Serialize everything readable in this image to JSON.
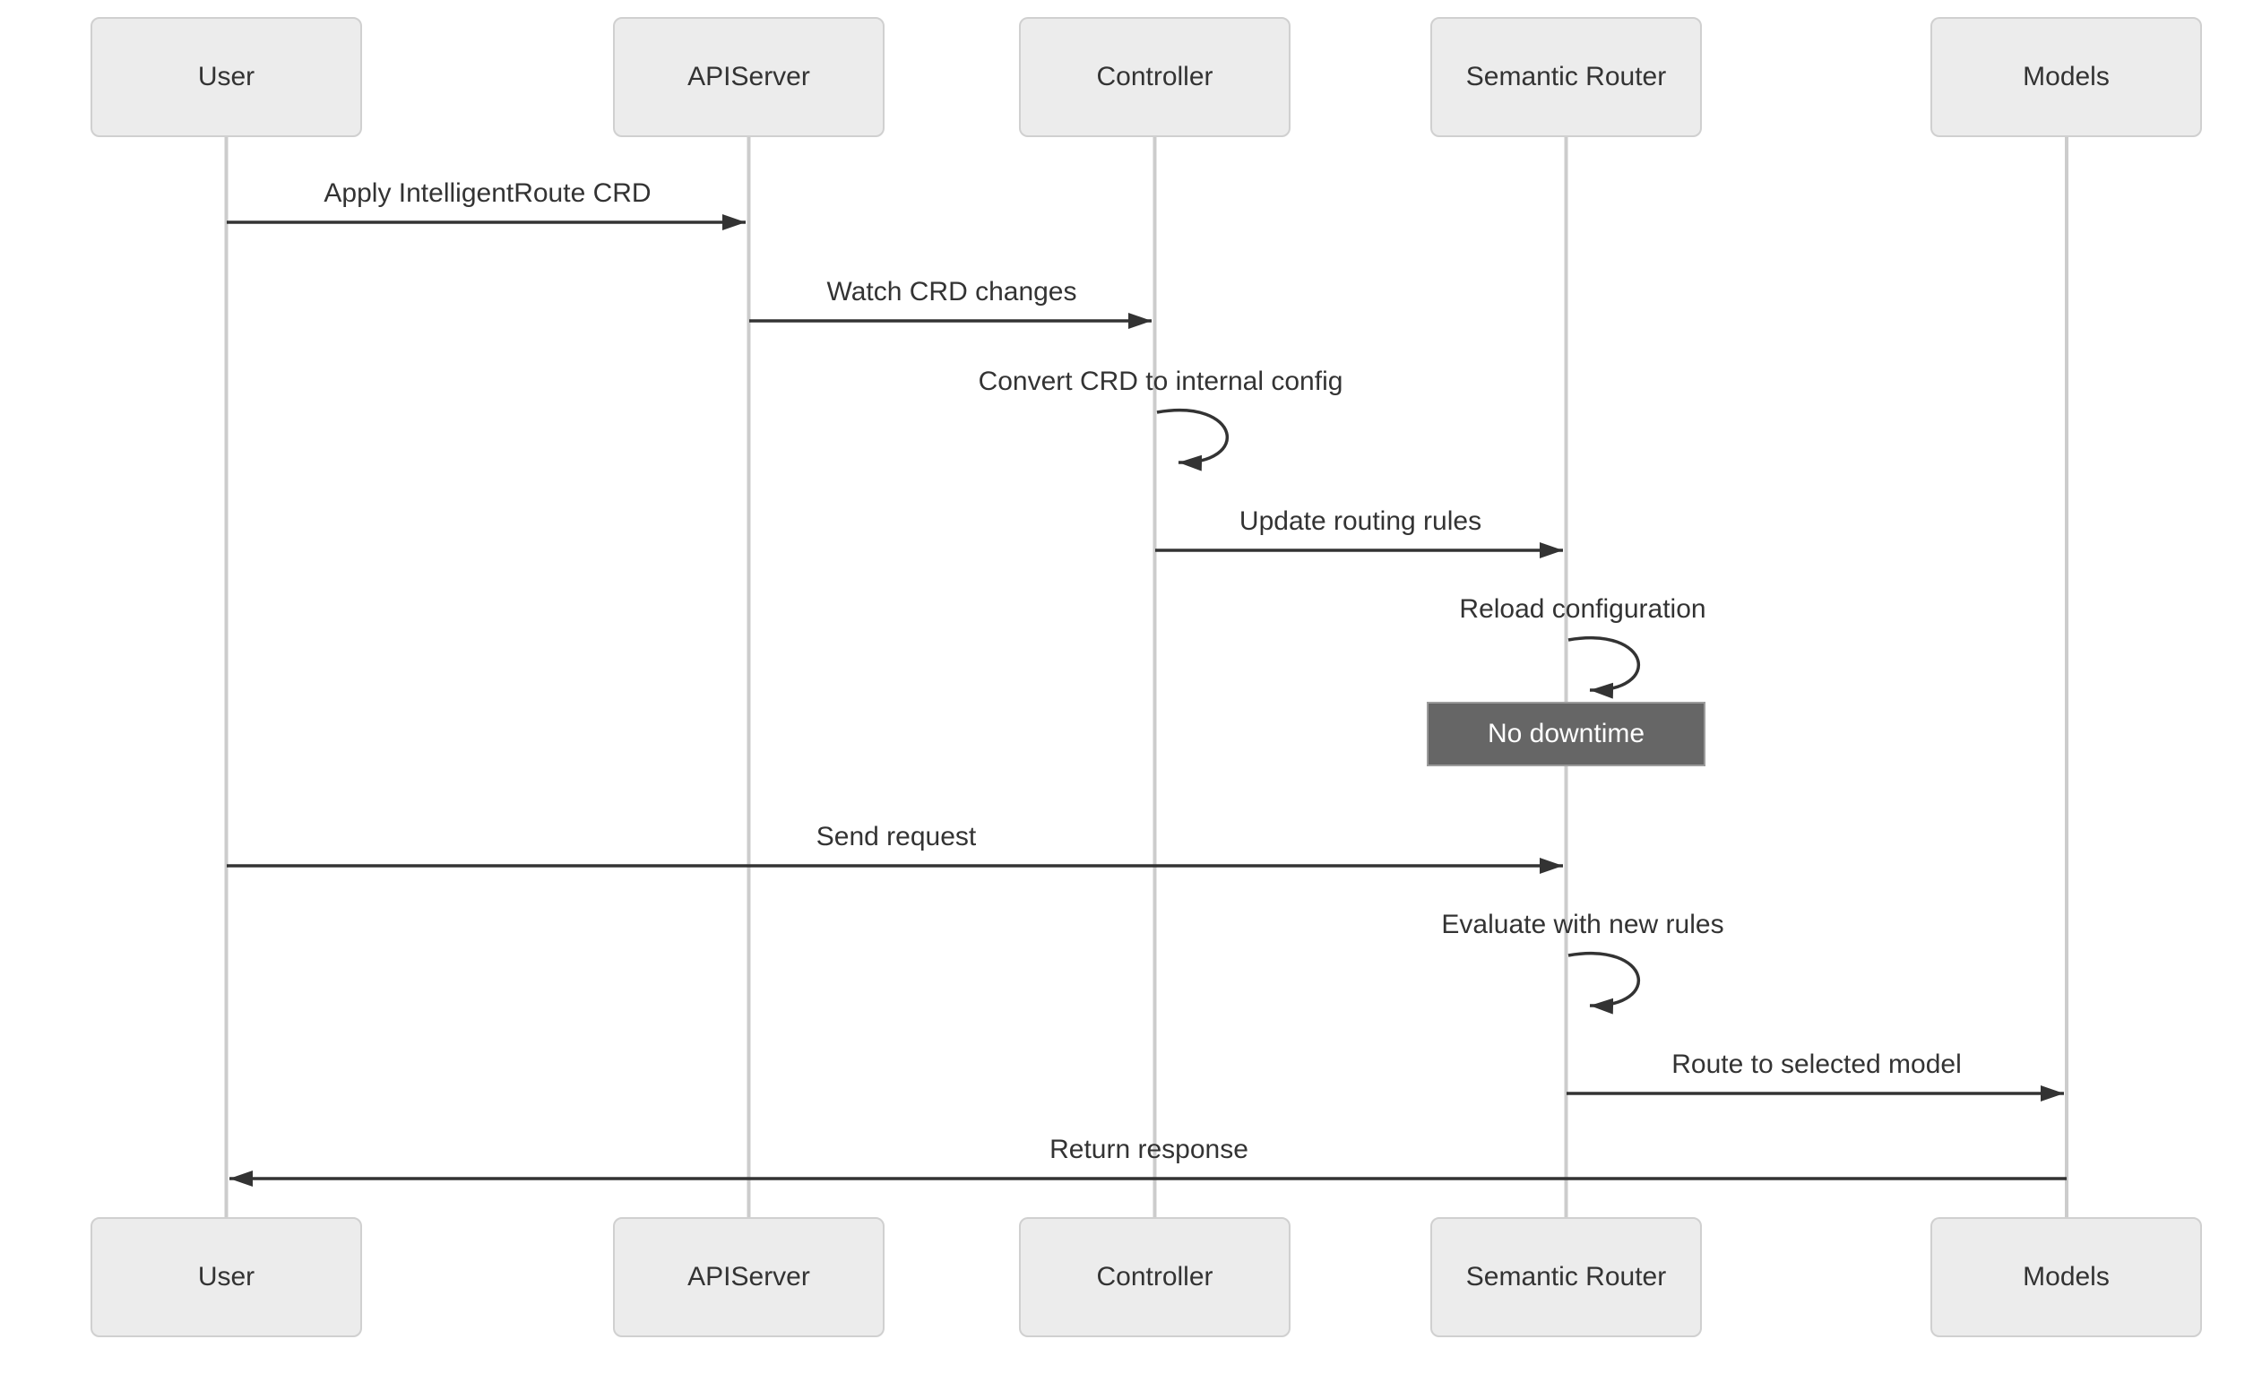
{
  "diagram": {
    "kind": "sequence-diagram",
    "actors": [
      {
        "name": "User"
      },
      {
        "name": "APIServer"
      },
      {
        "name": "Controller"
      },
      {
        "name": "Semantic Router"
      },
      {
        "name": "Models"
      }
    ],
    "messages": [
      {
        "label": "Apply IntelligentRoute CRD",
        "from": "User",
        "to": "APIServer",
        "type": "arrow"
      },
      {
        "label": "Watch CRD changes",
        "from": "APIServer",
        "to": "Controller",
        "type": "arrow"
      },
      {
        "label": "Convert CRD to internal config",
        "from": "Controller",
        "to": "Controller",
        "type": "self"
      },
      {
        "label": "Update routing rules",
        "from": "Controller",
        "to": "Semantic Router",
        "type": "arrow"
      },
      {
        "label": "Reload configuration",
        "from": "Semantic Router",
        "to": "Semantic Router",
        "type": "self"
      },
      {
        "label": "Send request",
        "from": "User",
        "to": "Semantic Router",
        "type": "arrow"
      },
      {
        "label": "Evaluate with new rules",
        "from": "Semantic Router",
        "to": "Semantic Router",
        "type": "self"
      },
      {
        "label": "Route to selected model",
        "from": "Semantic Router",
        "to": "Models",
        "type": "arrow"
      },
      {
        "label": "Return response",
        "from": "Models",
        "to": "User",
        "type": "arrow"
      }
    ],
    "note": {
      "label": "No downtime",
      "over": "Semantic Router"
    },
    "colors": {
      "background": "#ffffff",
      "actor_fill": "#ececec",
      "actor_border": "#d0d0d0",
      "lifeline": "#cccccc",
      "arrow": "#333333",
      "text": "#333333",
      "note_fill": "#666666",
      "note_border": "#9c9c9c",
      "note_text": "#ffffff"
    }
  }
}
